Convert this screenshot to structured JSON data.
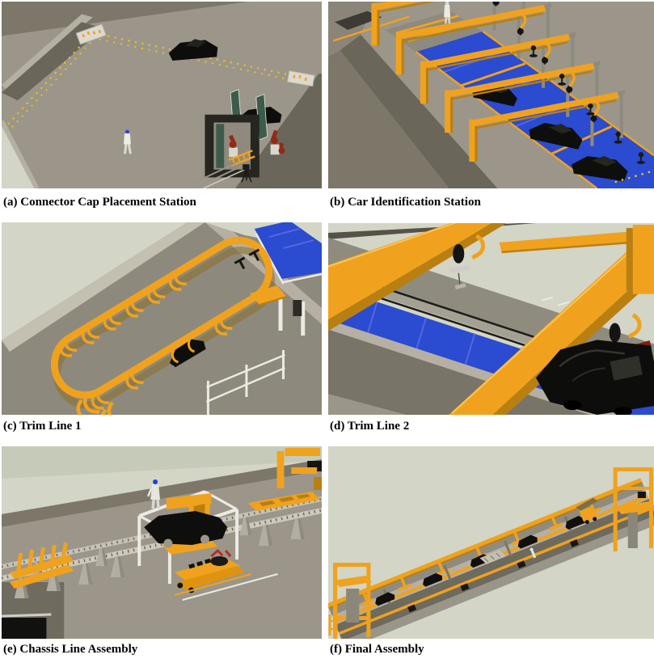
{
  "figure": {
    "panels": [
      {
        "id": "a",
        "label": "(a) Connector Cap Placement Station"
      },
      {
        "id": "b",
        "label": "(b) Car Identification Station"
      },
      {
        "id": "c",
        "label": "(c) Trim Line 1"
      },
      {
        "id": "d",
        "label": "(d) Trim Line 2"
      },
      {
        "id": "e",
        "label": "(e) Chassis Line Assembly"
      },
      {
        "id": "f",
        "label": "(f) Final Assembly"
      }
    ]
  },
  "palette": {
    "page_bg": "#ffffff",
    "bg_pale": "#d3d5c6",
    "bg_pale2": "#c6cbb9",
    "floor": "#9b9689",
    "floor_light": "#b5b0a3",
    "wall_dark": "#6b665a",
    "wall_mid": "#7d7769",
    "orange": "#f0a21e",
    "orange_dark": "#b97f10",
    "orange_hi": "#f8c457",
    "yellow_dot": "#f0c020",
    "blue": "#2b4bd0",
    "blue_light": "#5168de",
    "car_black": "#0e0e0c",
    "white_struct": "#ebebe4",
    "green_panel": "#3d5b4a",
    "robot_red": "#932a18",
    "gray_pole": "#8d8a80",
    "caption_color": "#000000"
  }
}
